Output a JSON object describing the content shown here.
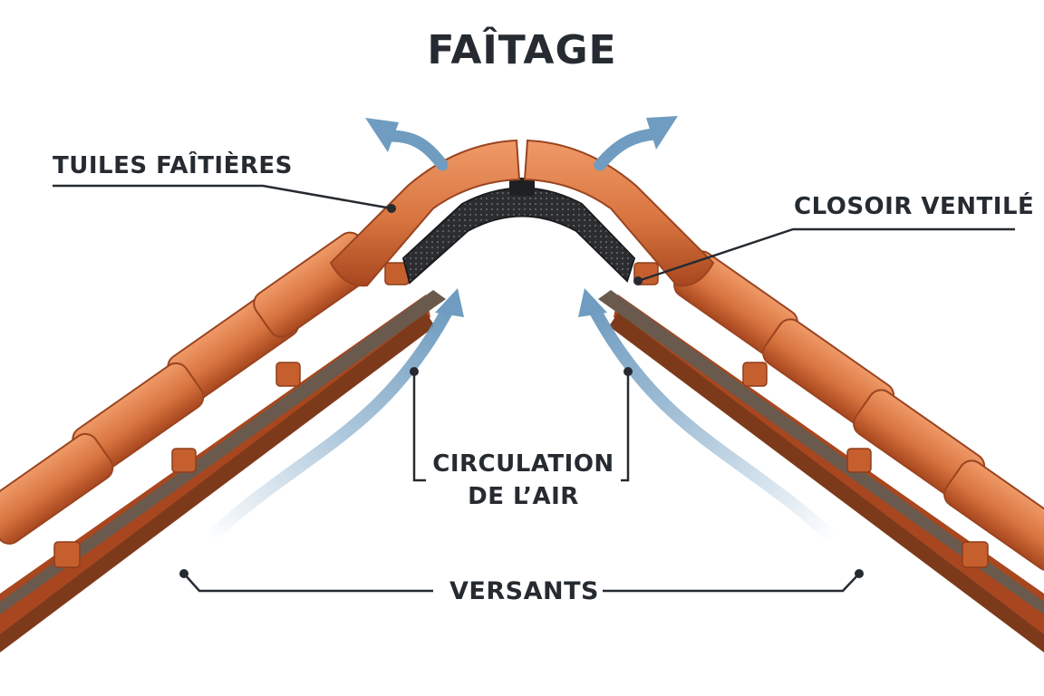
{
  "title": "FAÎTAGE",
  "labels": {
    "tuiles_faitieres": "TUILES FAÎTIÈRES",
    "closoir_ventile": "CLOSOIR VENTILÉ",
    "circulation_line1": "CIRCULATION",
    "circulation_line2": "DE L’AIR",
    "versants": "VERSANTS"
  },
  "colors": {
    "text": "#262b31",
    "tile": "#d8743f",
    "tile_dark": "#a8471f",
    "tile_light": "#ef9a68",
    "closoir": "#2b2d30",
    "air_arrow": "#6f9cc0",
    "leader_line": "#262b31"
  },
  "icons": [
    "air-flow-arrow-icon",
    "leader-dot-icon"
  ]
}
